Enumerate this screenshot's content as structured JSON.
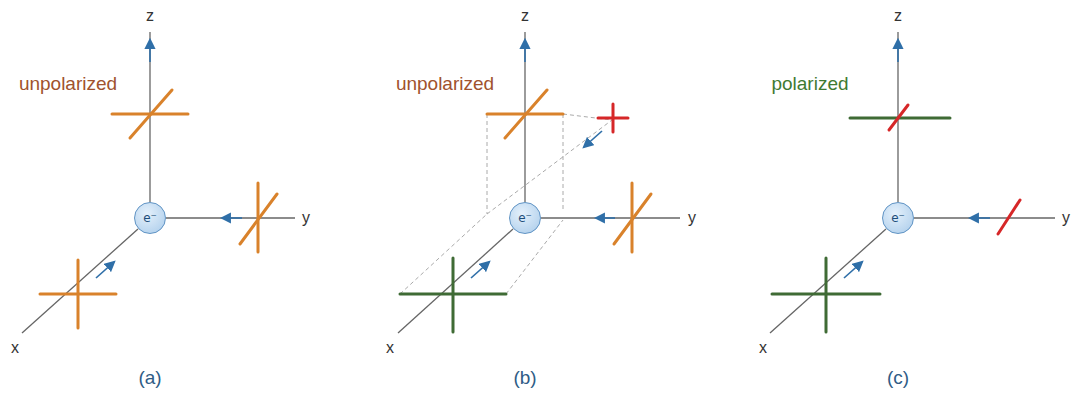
{
  "diagram": {
    "nodes": [
      {
        "text": [
          "e⁻"
        ]
      },
      {
        "text": [
          "e⁻"
        ]
      },
      {
        "text": [
          "e⁻"
        ]
      }
    ],
    "labels": [
      "unpolarized",
      "z",
      "y",
      "x",
      "(a)",
      "unpolarized",
      "z",
      "y",
      "x",
      "(b)",
      "polarized",
      "z",
      "y",
      "x",
      "(c)"
    ]
  }
}
